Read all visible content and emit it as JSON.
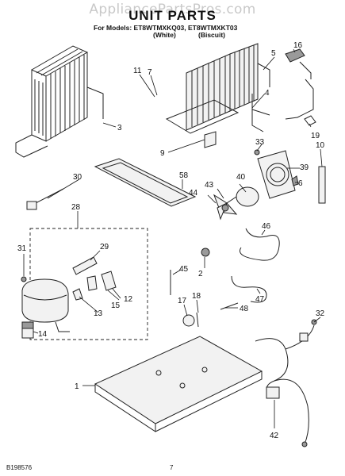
{
  "watermark": "AppliancePartsPros.com",
  "title": "UNIT PARTS",
  "models_label": "For Models: ET8WTMXKQ03, ET8WTMXKT03",
  "variant_white": "(White)",
  "variant_biscuit": "(Biscuit)",
  "footer_code": "B198576",
  "page_number": "7",
  "callouts": [
    "1",
    "2",
    "3",
    "4",
    "5",
    "6",
    "7",
    "9",
    "10",
    "11",
    "12",
    "13",
    "14",
    "15",
    "16",
    "17",
    "18",
    "19",
    "28",
    "29",
    "30",
    "31",
    "32",
    "33",
    "39",
    "40",
    "42",
    "43",
    "44",
    "45",
    "46",
    "47",
    "48",
    "58"
  ]
}
